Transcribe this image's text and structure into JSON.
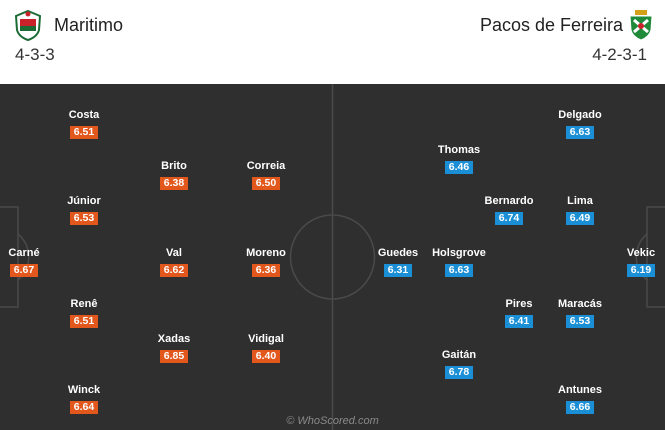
{
  "home": {
    "name": "Maritimo",
    "formation": "4-3-3"
  },
  "away": {
    "name": "Pacos de Ferreira",
    "formation": "4-2-3-1"
  },
  "home_players": [
    {
      "name": "Costa",
      "rating": "6.51"
    },
    {
      "name": "Brito",
      "rating": "6.38"
    },
    {
      "name": "Correia",
      "rating": "6.50"
    },
    {
      "name": "Júnior",
      "rating": "6.53"
    },
    {
      "name": "Carné",
      "rating": "6.67"
    },
    {
      "name": "Val",
      "rating": "6.62"
    },
    {
      "name": "Moreno",
      "rating": "6.36"
    },
    {
      "name": "Renê",
      "rating": "6.51"
    },
    {
      "name": "Xadas",
      "rating": "6.85"
    },
    {
      "name": "Vidigal",
      "rating": "6.40"
    },
    {
      "name": "Winck",
      "rating": "6.64"
    }
  ],
  "away_players": [
    {
      "name": "Delgado",
      "rating": "6.63"
    },
    {
      "name": "Thomas",
      "rating": "6.46"
    },
    {
      "name": "Bernardo",
      "rating": "6.74"
    },
    {
      "name": "Lima",
      "rating": "6.49"
    },
    {
      "name": "Guedes",
      "rating": "6.31"
    },
    {
      "name": "Holsgrove",
      "rating": "6.63"
    },
    {
      "name": "Vekic",
      "rating": "6.19"
    },
    {
      "name": "Pires",
      "rating": "6.41"
    },
    {
      "name": "Maracás",
      "rating": "6.53"
    },
    {
      "name": "Gaitán",
      "rating": "6.78"
    },
    {
      "name": "Antunes",
      "rating": "6.66"
    }
  ],
  "watermark": "© WhoScored.com",
  "colors": {
    "home_rating": "#e2571c",
    "away_rating": "#1a8fd6",
    "pitch": "#2f2f2f"
  }
}
